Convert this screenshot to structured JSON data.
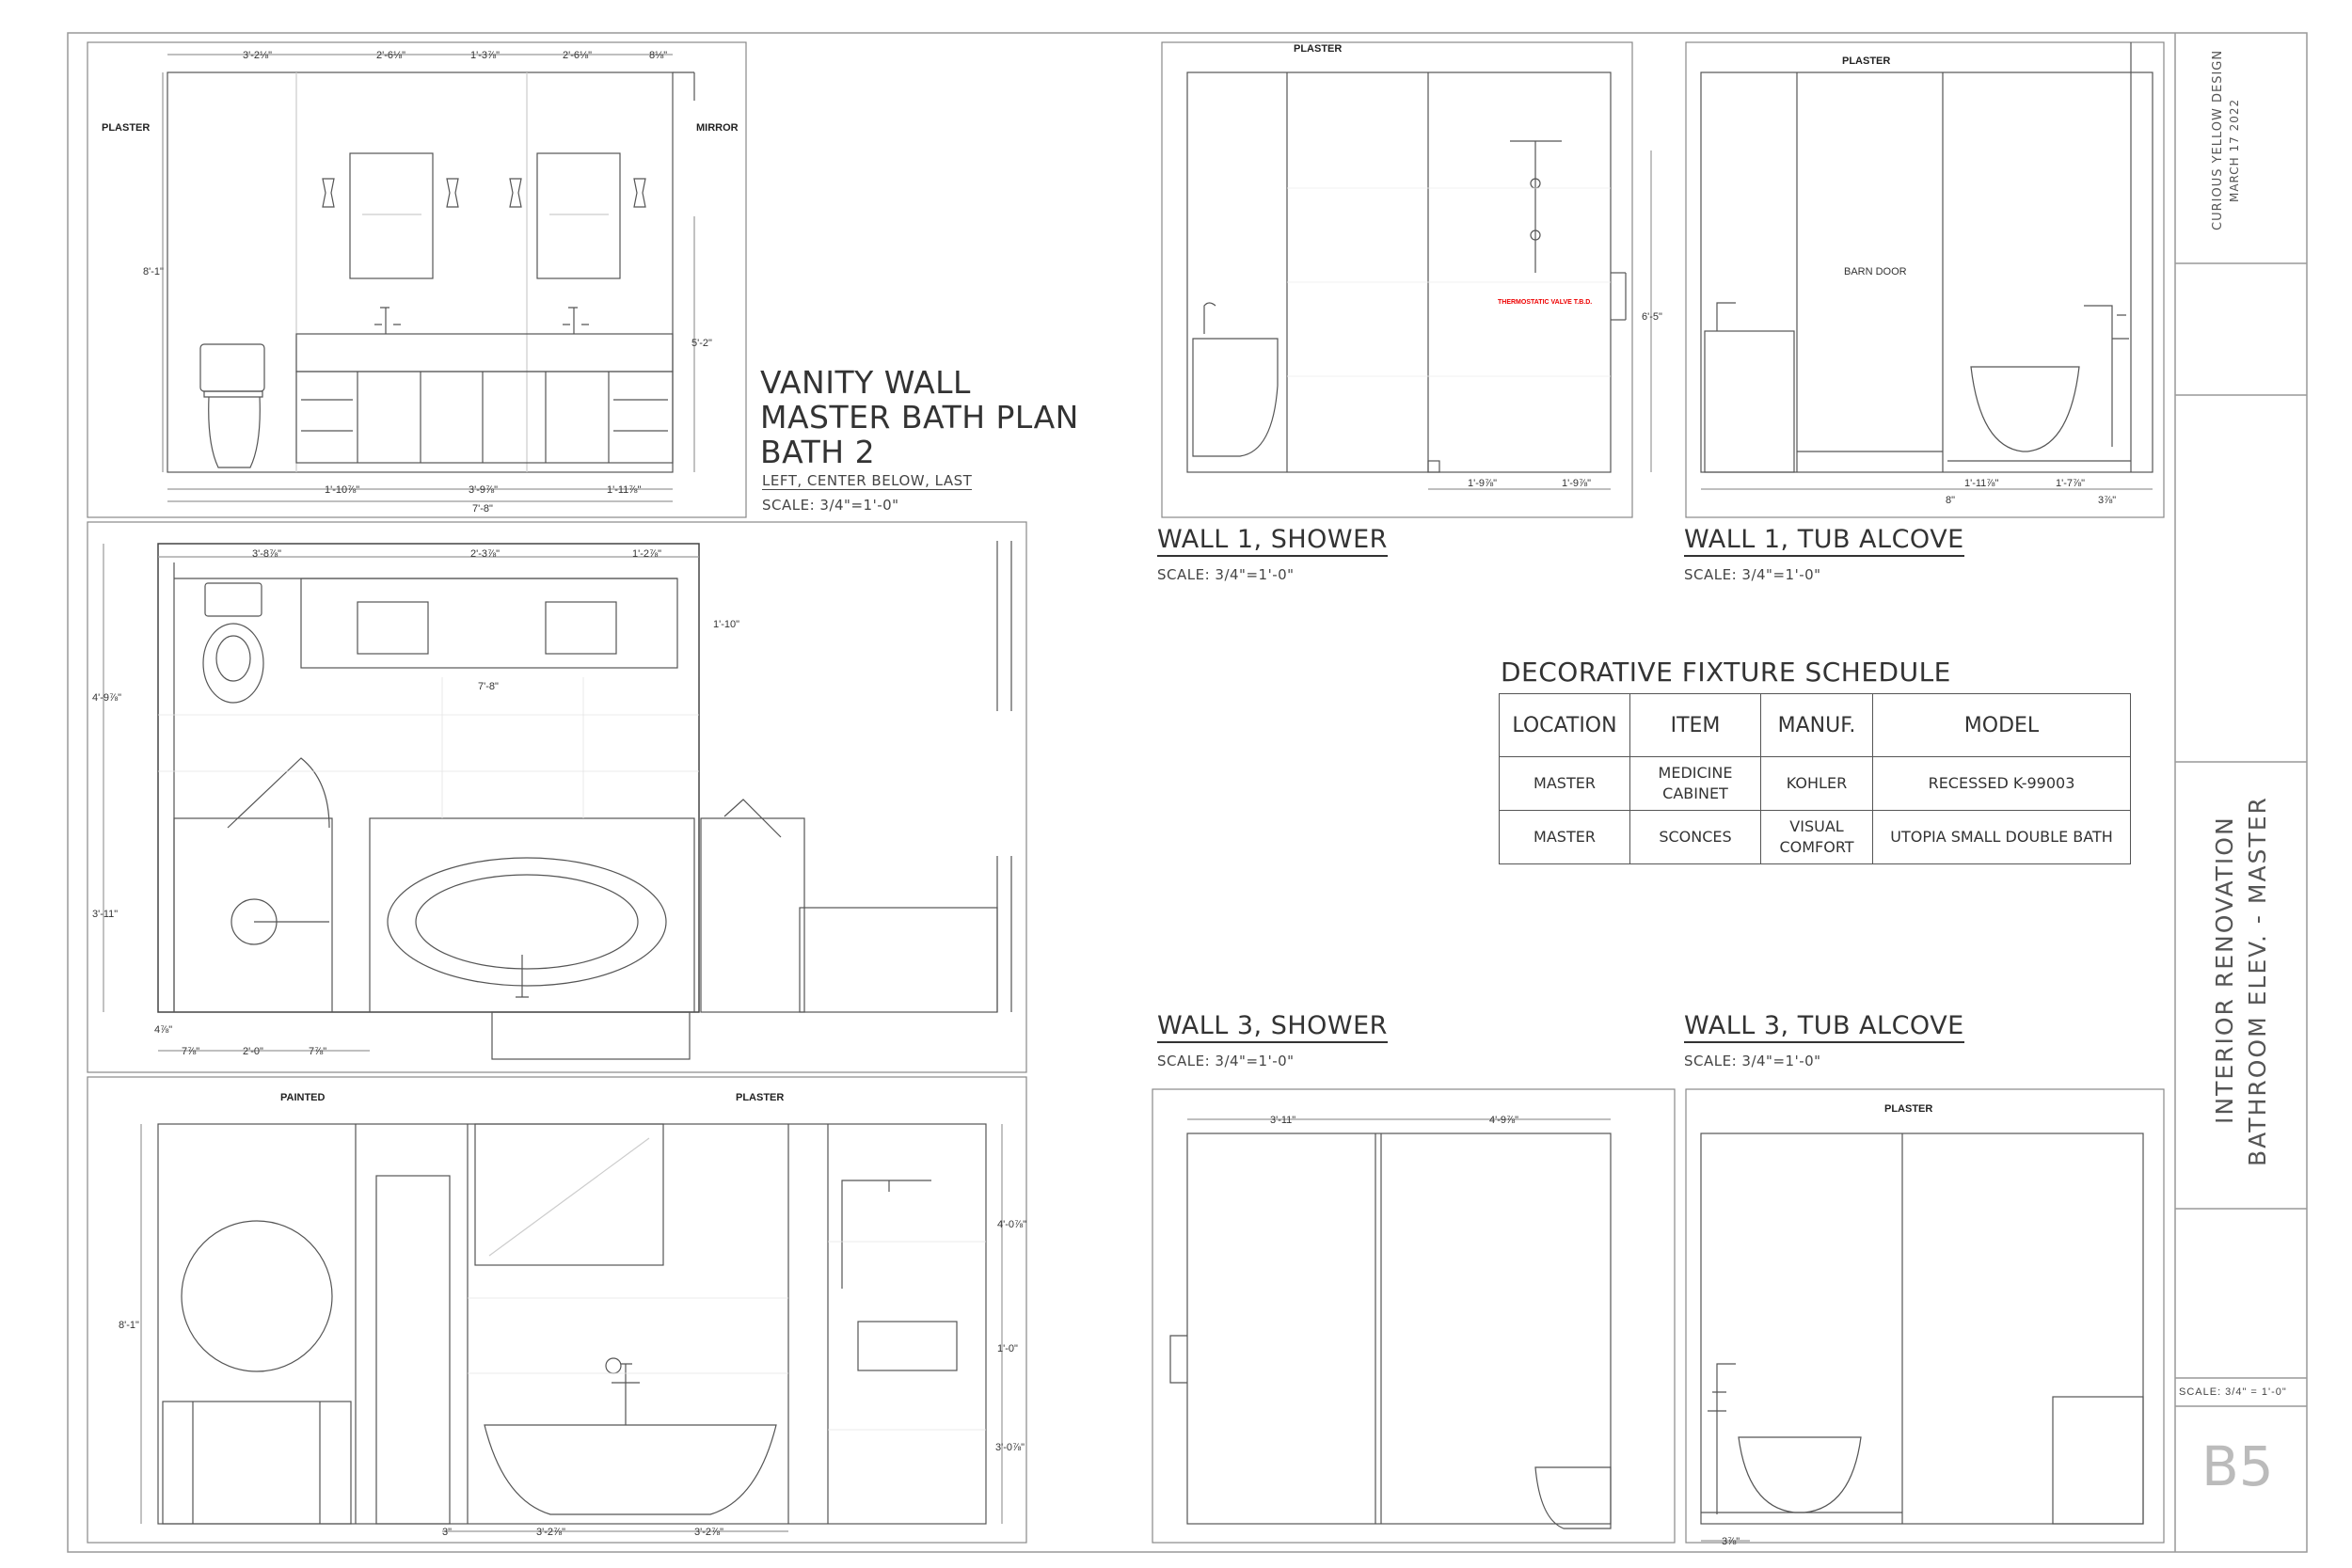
{
  "title_block": {
    "company": "CURIOUS YELLOW DESIGN",
    "date": "MARCH 17 2022",
    "project": "INTERIOR RENOVATION",
    "sheet_title": "BATHROOM ELEV. - MASTER",
    "scale": "SCALE: 3/4\" = 1'-0\"",
    "sheet_number": "B5"
  },
  "vanity": {
    "title_lines": [
      "VANITY WALL",
      "MASTER BATH PLAN",
      "BATH 2"
    ],
    "subtitle": "LEFT, CENTER BELOW, LAST",
    "scale": "SCALE: 3/4\"=1'-0\"",
    "labels": {
      "left": "PLASTER",
      "right": "MIRROR"
    },
    "dims_top": [
      "3'-2⅛\"",
      "2'-6⅛\"",
      "1'-3⅞\"",
      "2'-6⅛\"",
      "8⅛\""
    ],
    "dim_height": "8'-1\"",
    "dim_right": "5'-2\"",
    "dims_bottom": [
      "1'-10⅞\"",
      "3'-9⅞\"",
      "1'-11⅞\""
    ],
    "dim_total": "7'-8\""
  },
  "plan": {
    "dims_top": [
      "3'-8⅞\"",
      "2'-3⅞\"",
      "1'-2⅞\""
    ],
    "dim_right": "1'-10\"",
    "dim_left_upper": "4'-9⅞\"",
    "dim_counter": "7'-8\"",
    "dim_left_lower": "3'-11\"",
    "dims_bottom": [
      "4⅞\"",
      "7⅞\"",
      "2'-0\"",
      "7⅞\""
    ]
  },
  "bottom_elev": {
    "labels": [
      "PAINTED",
      "PLASTER"
    ],
    "dim_height": "8'-1\"",
    "dims_right": [
      "4'-0⅞\"",
      "1'-0\"",
      "3'-0⅞\""
    ],
    "dims_bottom": [
      "3\"",
      "3'-2⅞\"",
      "3'-2⅞\""
    ]
  },
  "wall1_shower": {
    "title": "WALL 1, SHOWER",
    "scale": "SCALE: 3/4\"=1'-0\"",
    "label": "PLASTER",
    "valve_note": "THERMOSTATIC VALVE T.B.D.",
    "dim_right": "6'-5\"",
    "dims_bottom": [
      "1'-9⅞\"",
      "1'-9⅞\""
    ]
  },
  "wall1_tub": {
    "title": "WALL 1, TUB ALCOVE",
    "scale": "SCALE: 3/4\"=1'-0\"",
    "label": "PLASTER",
    "door_label": "BARN DOOR",
    "dims_bottom": [
      "1'-11⅞\"",
      "1'-7⅞\"",
      "8\"",
      "3⅞\""
    ]
  },
  "wall3_shower": {
    "title": "WALL 3, SHOWER",
    "scale": "SCALE: 3/4\"=1'-0\"",
    "dims_top": [
      "3'-11\"",
      "4'-9⅞\""
    ]
  },
  "wall3_tub": {
    "title": "WALL 3, TUB ALCOVE",
    "scale": "SCALE: 3/4\"=1'-0\"",
    "label": "PLASTER",
    "dim_bottom": "3⅞\""
  },
  "schedule": {
    "title": "DECORATIVE FIXTURE SCHEDULE",
    "headers": [
      "LOCATION",
      "ITEM",
      "MANUF.",
      "MODEL"
    ],
    "rows": [
      [
        "MASTER",
        "MEDICINE CABINET",
        "KOHLER",
        "RECESSED K-99003"
      ],
      [
        "MASTER",
        "SCONCES",
        "VISUAL COMFORT",
        "UTOPIA SMALL DOUBLE BATH"
      ]
    ]
  }
}
